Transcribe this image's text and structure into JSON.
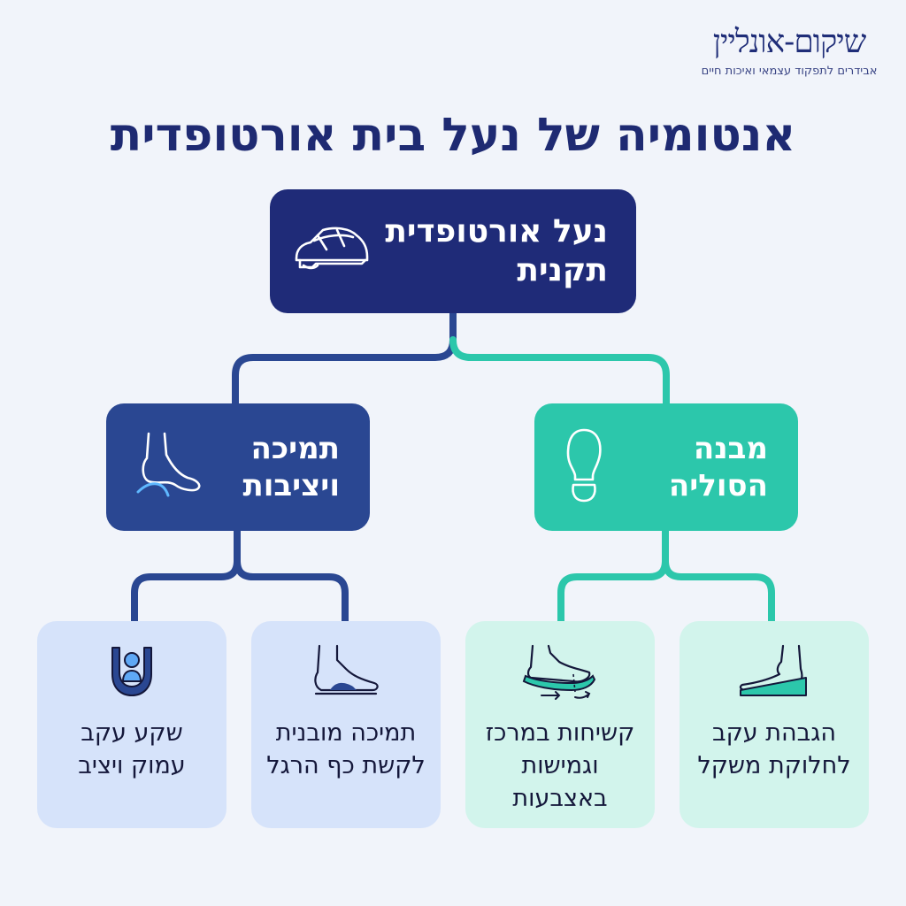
{
  "logo": {
    "name": "שיקום-אונליין",
    "tagline": "אבידרים לתפקוד עצמאי ואיכות חיים"
  },
  "title": "אנטומיה של נעל בית אורטופדית",
  "root": {
    "label": "נעל אורטופדית\nתקנית",
    "icon": "clog-shoe-icon"
  },
  "branches": [
    {
      "label": "תמיכה\nויציבות",
      "icon": "foot-arch-icon",
      "color": "#2a4792",
      "leaves": [
        {
          "label": "תמיכה מובנית\nלקשת כף הרגל",
          "icon": "foot-arch-support-icon"
        },
        {
          "label": "שקע עקב\nעמוק ויציב",
          "icon": "heel-cup-icon"
        }
      ]
    },
    {
      "label": "מבנה\nהסוליה",
      "icon": "sole-outline-icon",
      "color": "#2cc7ab",
      "leaves": [
        {
          "label": "הגבהת עקב\nלחלוקת משקל",
          "icon": "heel-raise-icon"
        },
        {
          "label": "קשיחות במרכז\nוגמישות\nבאצבעות",
          "icon": "flexible-sole-icon"
        }
      ]
    }
  ],
  "colors": {
    "navy": "#1f2b78",
    "blue": "#2a4792",
    "teal": "#2cc7ab",
    "leaf_blue": "#d6e3fa",
    "leaf_teal": "#d2f4ec",
    "background": "#f1f4fa"
  }
}
